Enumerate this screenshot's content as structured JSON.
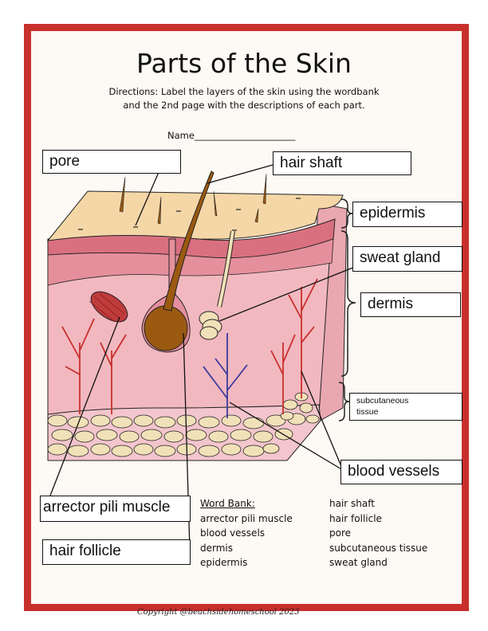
{
  "title": "Parts of the Skin",
  "directions": {
    "line1": "Directions: Label the layers of the skin using the wordbank",
    "line2": "and the 2nd page with the descriptions of each part."
  },
  "name_field": "Name______________________",
  "labels": {
    "pore": "pore",
    "hair_shaft": "hair shaft",
    "epidermis": "epidermis",
    "sweat_gland": "sweat gland",
    "dermis": "dermis",
    "subcutaneous_1": "subcutaneous",
    "subcutaneous_2": "tissue",
    "blood_vessels": "blood vessels",
    "arrector_pili_muscle": "arrector pili muscle",
    "hair_follicle": "hair follicle"
  },
  "word_bank": {
    "heading": "Word Bank:",
    "col1": [
      "arrector pili muscle",
      "blood vessels",
      "dermis",
      "epidermis"
    ],
    "col2": [
      "hair shaft",
      "hair follicle",
      "pore",
      "subcutaneous tissue",
      "sweat gland"
    ]
  },
  "copyright": "Copyright @beachsidehomeschool 2023",
  "colors": {
    "border": "#c8302c",
    "epidermis": "#f5d7a7",
    "dermis": "#f2b8c0",
    "dermis_band": "#d9707f",
    "fat": "#f1e1b8",
    "follicle": "#9b5a10",
    "vessel_red": "#c8302c",
    "vessel_blue": "#3b3b9c"
  }
}
